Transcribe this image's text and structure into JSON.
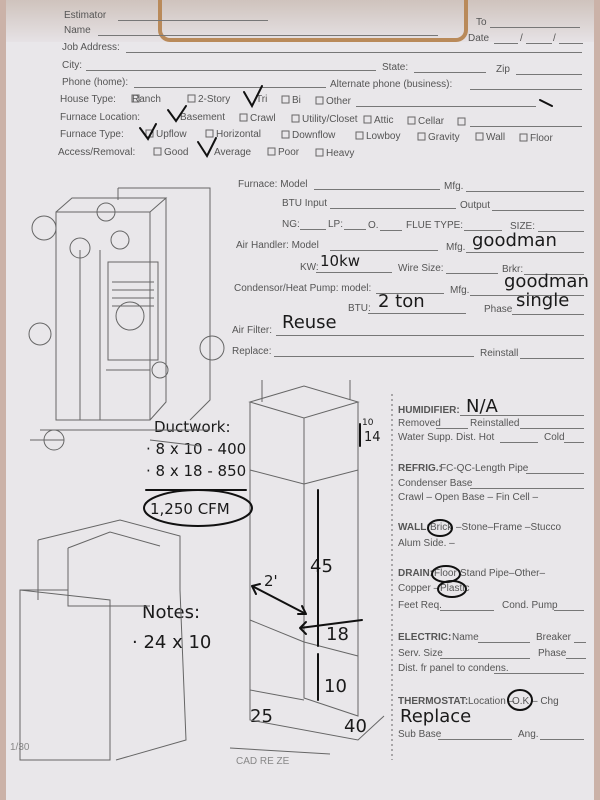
{
  "form": {
    "estimator": "Estimator",
    "name": "Name",
    "to": "To",
    "date": "Date",
    "date_sep1": "/",
    "date_sep2": "/",
    "job_address": "Job Address:",
    "city": "City:",
    "state": "State:",
    "zip": "Zip",
    "phone_home": "Phone (home):",
    "alt_phone": "Alternate phone (business):"
  },
  "house_type": {
    "label": "House Type:",
    "options": [
      "Ranch",
      "2-Story",
      "Tri",
      "Bi",
      "Other"
    ]
  },
  "furnace_location": {
    "label": "Furnace Location:",
    "options": [
      "Basement",
      "Crawl",
      "Utility/Closet",
      "Attic",
      "Cellar"
    ]
  },
  "furnace_type": {
    "label": "Furnace Type:",
    "options": [
      "Upflow",
      "Horizontal",
      "Downflow",
      "Lowboy",
      "Gravity",
      "Wall",
      "Floor"
    ]
  },
  "access": {
    "label": "Access/Removal:",
    "options": [
      "Good",
      "Average",
      "Poor",
      "Heavy"
    ]
  },
  "furnace_spec": {
    "furnace_model": "Furnace:  Model",
    "mfg": "Mfg.",
    "btu_input": "BTU Input",
    "output": "Output",
    "ng": "NG:",
    "lp": "LP:",
    "o": "O.",
    "flue_type": "FLUE TYPE:",
    "size": "SIZE:"
  },
  "air_handler": {
    "label": "Air Handler:  Model",
    "mfg": "Mfg.",
    "mfg_value": "goodman",
    "kw": "KW:",
    "kw_value": "10kw",
    "wire_size": "Wire Size:",
    "brkr": "Brkr:"
  },
  "condensor": {
    "label": "Condensor/Heat Pump:  model:",
    "mfg": "Mfg.",
    "mfg_value": "goodman",
    "btu": "BTU:",
    "btu_value": "2 ton",
    "phase": "Phase",
    "phase_value": "single"
  },
  "air_filter": {
    "label": "Air Filter:",
    "value": "Reuse",
    "replace": "Replace:",
    "reinstall": "Reinstall"
  },
  "humidifier": {
    "label": "HUMIDIFIER:",
    "value": "N/A",
    "removed": "Removed",
    "reinstalled": "Reinstalled",
    "water_supply": "Water Supp. Dist. Hot",
    "cold": "Cold"
  },
  "refrig": {
    "label": "REFRIG.:",
    "rest": "FC-QC-Length Pipe",
    "condenser_base": "Condenser Base",
    "crawl": "Crawl – Open Base – Fin  Cell –"
  },
  "wall": {
    "label": "WALL:",
    "brick": "Brick",
    "rest": "–Stone–Frame –Stucco",
    "alum_side": "Alum Side. –"
  },
  "drain": {
    "label": "DRAIN:",
    "floor": "Floor",
    "rest": "Stand Pipe–Other–",
    "copper": "Copper –",
    "plastic": "Plastic",
    "feet_req": "Feet Req.",
    "cond_pump": "Cond. Pump"
  },
  "electric": {
    "label": "ELECTRIC:",
    "name": "Name",
    "breaker": "Breaker",
    "serv_size": "Serv. Size",
    "phase": "Phase",
    "dist": "Dist. fr panel to condens."
  },
  "thermostat": {
    "label": "THERMOSTAT:",
    "location": "Location –",
    "ok": "O.K",
    "chg": "– Chg",
    "replace": "Replace",
    "sub_base": "Sub Base",
    "ang": "Ang."
  },
  "ductwork": {
    "title": "Ductwork:",
    "line1": "· 8 x 10 - 400",
    "line2": "· 8 x 18 - 850",
    "total": "1,250 CFM"
  },
  "notes": {
    "title": "Notes:",
    "line1": "· 24 x 10"
  },
  "dimensions": {
    "top_width": "14",
    "top_scratch": "10",
    "height": "45",
    "diag": "2'",
    "inner": "18",
    "bottom": "10",
    "base_left": "25",
    "base_right": "40"
  },
  "footer": {
    "left": "1/30",
    "center": "CAD RE ZE"
  }
}
